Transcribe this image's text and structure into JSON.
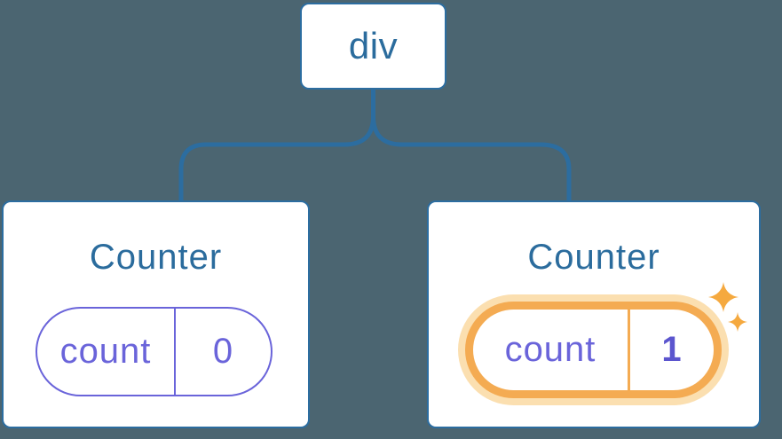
{
  "diagram": {
    "type": "react-component-tree",
    "root": {
      "label": "div"
    },
    "children": [
      {
        "title": "Counter",
        "state_key": "count",
        "state_value": "0",
        "highlighted": false
      },
      {
        "title": "Counter",
        "state_key": "count",
        "state_value": "1",
        "highlighted": true
      }
    ],
    "icons": [
      "sparkle-icon-large",
      "sparkle-icon-small"
    ],
    "colors": {
      "background": "#4B6571",
      "line": "#2C6DA0",
      "node_text": "#2B6C9D",
      "state_purple": "#6A64DA",
      "state_value_bold": "#5B55CE",
      "highlight_ring": "#F4AB52",
      "highlight_halo": "#FBDFB0",
      "sparkle": "#F5A93F",
      "card_bg": "#FFFFFF"
    }
  }
}
